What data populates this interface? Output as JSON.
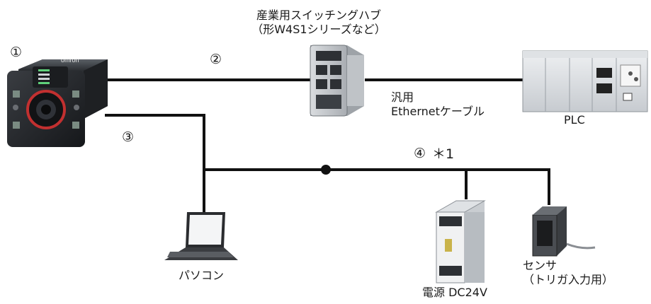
{
  "markers": {
    "m1": "①",
    "m2": "②",
    "m3": "③",
    "m4": "④",
    "note": "＊1"
  },
  "devices": {
    "camera_brand": "omron",
    "hub_line1": "産業用スイッチングハブ",
    "hub_line2": "（形W4S1シリーズなど）",
    "cable_line1": "汎用",
    "cable_line2": "Ethernetケーブル",
    "plc": "PLC",
    "pc": "パソコン",
    "power": "電源 DC24V",
    "sensor_line1": "センサ",
    "sensor_line2": "（トリガ入力用）"
  }
}
